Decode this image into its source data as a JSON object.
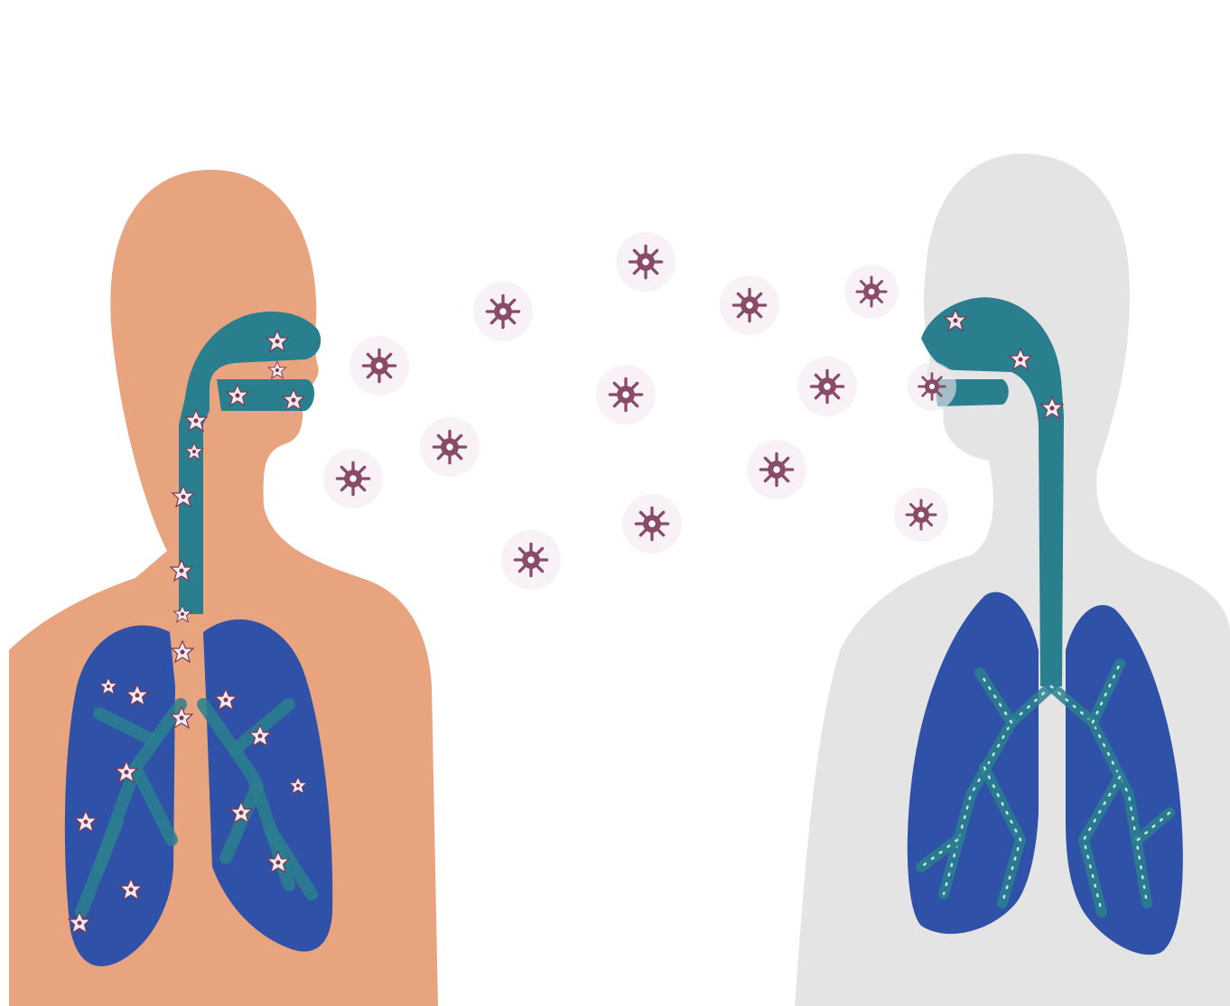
{
  "scene": {
    "background": "#ffffff",
    "infected_person": {
      "facing": "right",
      "skin_color": "#e8a47f",
      "airway_color": "#2a7f8f",
      "lung_color": "#2f51a8",
      "virus_particles_in_airway": 11,
      "virus_particles_in_lungs": 11
    },
    "healthy_person": {
      "facing": "left",
      "body_color": "#e4e4e4",
      "airway_color": "#2a7f8f",
      "lung_color": "#2f51a8",
      "virus_particles_entering": 3
    },
    "airborne_particles": {
      "count": 14,
      "color": "#8a4a6a",
      "halo_color": "#f3e7ef"
    }
  }
}
